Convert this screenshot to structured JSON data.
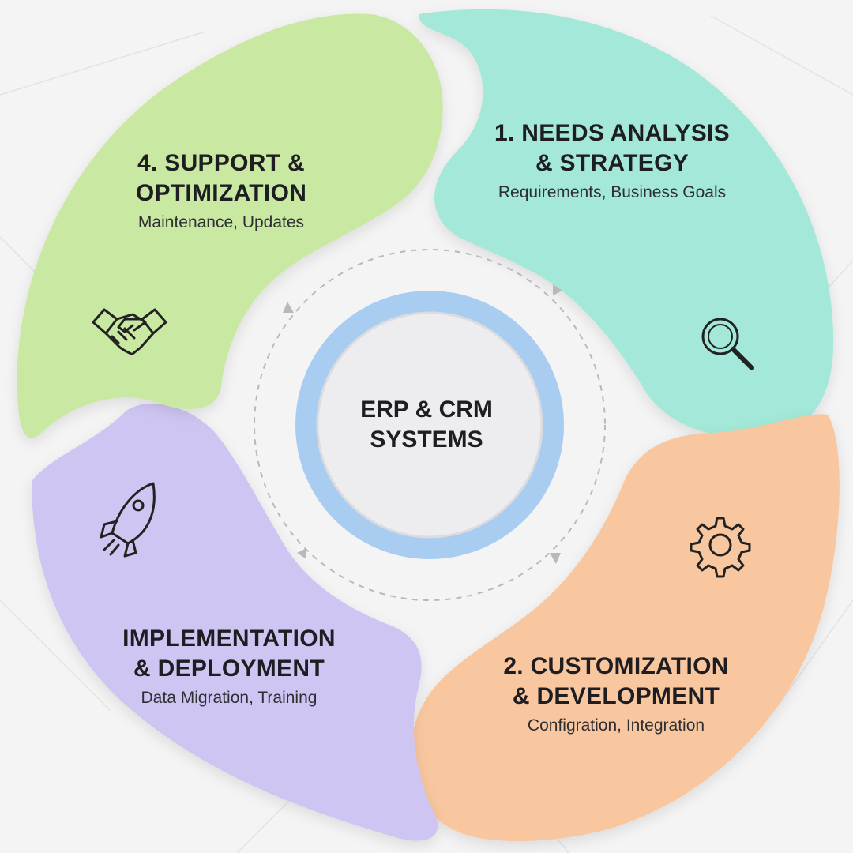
{
  "center": {
    "line1": "ERP & CRM",
    "line2": "SYSTEMS"
  },
  "stages": [
    {
      "id": "needs-analysis",
      "title_line1": "1. NEEDS ANALYSIS",
      "title_line2": "& STRATEGY",
      "subtitle": "Requirements, Business Goals",
      "icon": "magnifier-icon",
      "color": "#a3e8d8"
    },
    {
      "id": "customization",
      "title_line1": "2. CUSTOMIZATION",
      "title_line2": "& DEVELOPMENT",
      "subtitle": "Configration, Integration",
      "icon": "gear-icon",
      "color": "#f8c7a0"
    },
    {
      "id": "implementation",
      "title_line1": "IMPLEMENTATION",
      "title_line2": "& DEPLOYMENT",
      "subtitle": "Data Migration, Training",
      "icon": "rocket-icon",
      "color": "#cfc5f3"
    },
    {
      "id": "support",
      "title_line1": "4. SUPPORT &",
      "title_line2": "OPTIMIZATION",
      "subtitle": "Maintenance, Updates",
      "icon": "handshake-icon",
      "color": "#c9e9a3"
    }
  ],
  "colors": {
    "background": "#f4f4f5",
    "ring": "#a9cdf0",
    "dashed_arrow": "#b9b9bd"
  }
}
